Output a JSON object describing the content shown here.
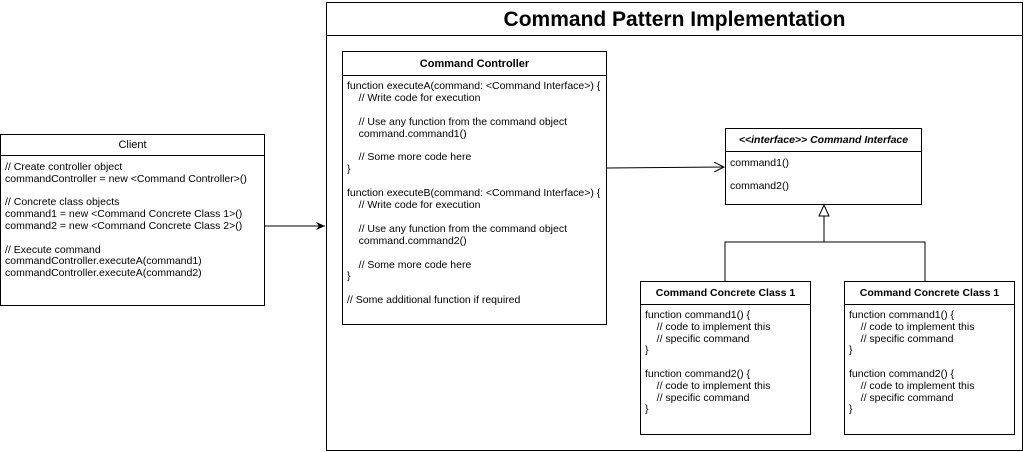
{
  "title": "Command Pattern Implementation",
  "client": {
    "header": "Client",
    "lines": [
      "// Create controller object",
      "commandController = new <Command Controller>()",
      "",
      "// Concrete class objects",
      "command1 = new <Command Concrete Class 1>()",
      "command2 = new <Command Concrete Class 2>()",
      "",
      "// Execute command",
      "commandController.executeA(command1)",
      "commandController.executeA(command2)"
    ]
  },
  "controller": {
    "header": "Command Controller",
    "lines": [
      "function executeA(command: <Command Interface>) {",
      "    // Write code for execution",
      "",
      "    // Use any function from the command object",
      "    command.command1()",
      "",
      "    // Some more code here",
      "}",
      "",
      "function executeB(command: <Command Interface>) {",
      "    // Write code for execution",
      "",
      "    // Use any function from the command object",
      "    command.command2()",
      "",
      "    // Some more code here",
      "}",
      "",
      "// Some additional function if required"
    ]
  },
  "interface": {
    "header": "<<interface>> Command Interface",
    "lines": [
      "command1()",
      "",
      "command2()"
    ]
  },
  "concrete1": {
    "header": "Command Concrete Class 1",
    "lines": [
      "function command1() {",
      "    // code to implement this",
      "    // specific command",
      "}",
      "",
      "function command2() {",
      "    // code to implement this",
      "    // specific command",
      "}"
    ]
  },
  "concrete2": {
    "header": "Command Concrete Class 1",
    "lines": [
      "function command1() {",
      "    // code to implement this",
      "    // specific command",
      "}",
      "",
      "function command2() {",
      "    // code to implement this",
      "    // specific command",
      "}"
    ]
  }
}
